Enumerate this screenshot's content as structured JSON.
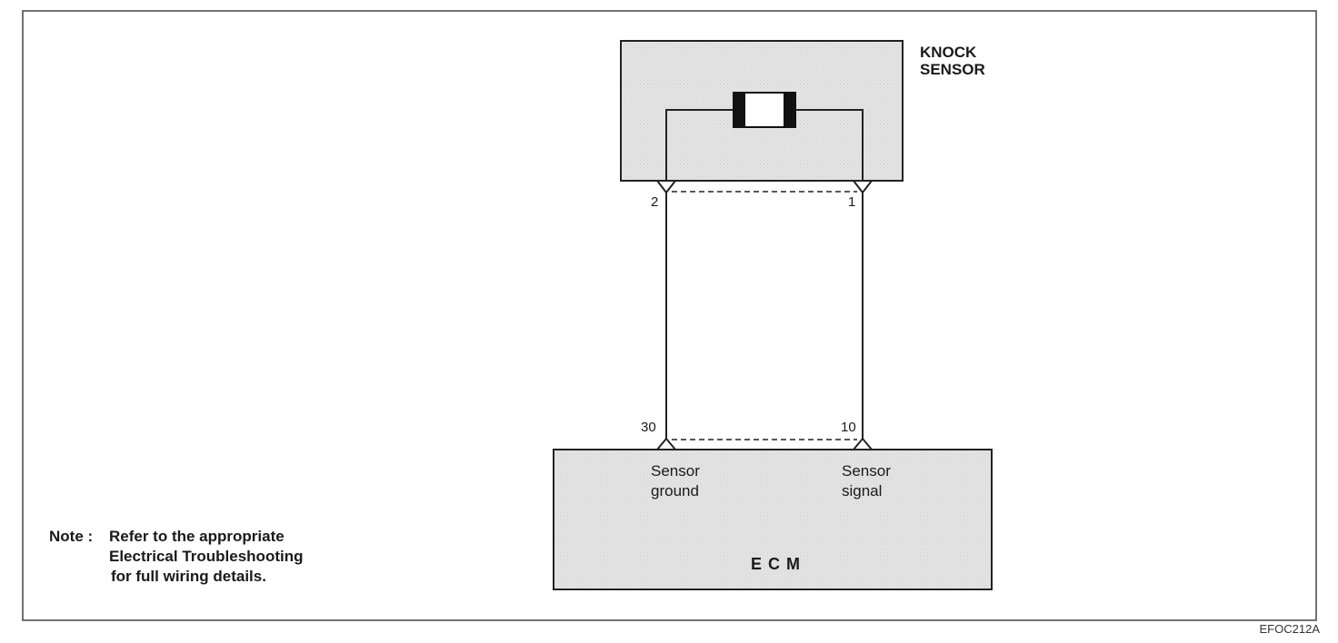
{
  "sensor": {
    "title_line1": "KNOCK",
    "title_line2": "SENSOR",
    "pin_left": "2",
    "pin_right": "1"
  },
  "ecm": {
    "label": "ECM",
    "pin_left": "30",
    "pin_right": "10",
    "left_terminal_line1": "Sensor",
    "left_terminal_line2": "ground",
    "right_terminal_line1": "Sensor",
    "right_terminal_line2": "signal"
  },
  "note": {
    "prefix": "Note :",
    "line1": "Refer to the appropriate",
    "line2": "Electrical Troubleshooting",
    "line3": "for full wiring details."
  },
  "figure_code": "EFOC212A",
  "colors": {
    "component_fill": "#e2e2e2",
    "line": "#222222"
  }
}
